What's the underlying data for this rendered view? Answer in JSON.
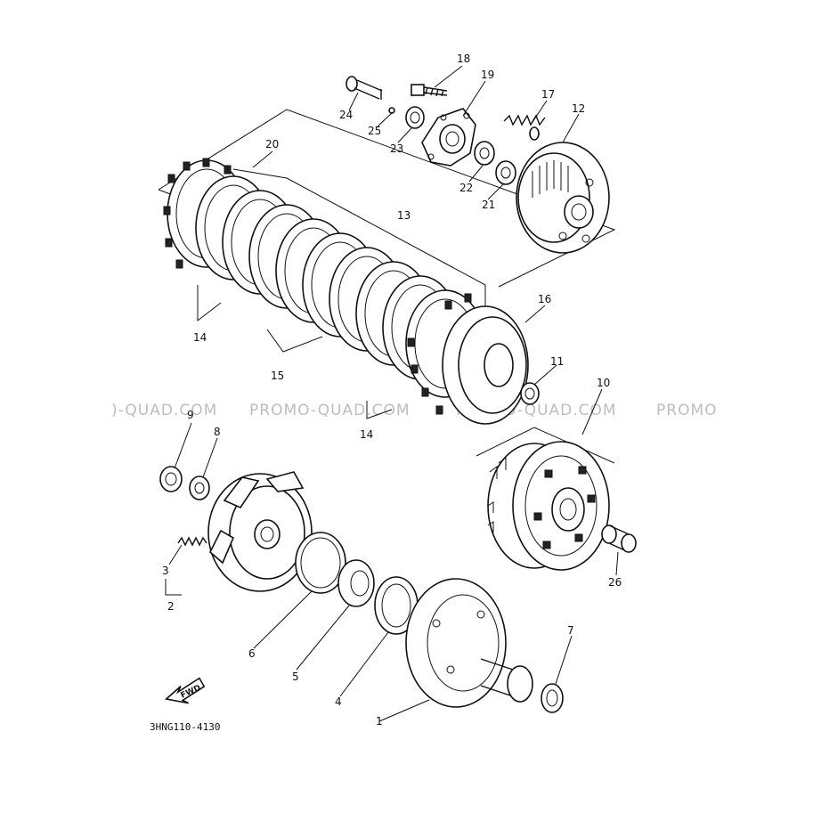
{
  "watermark": {
    "left": ")-QUAD.COM",
    "main": "PROMO-QUAD.COM",
    "middle": "PROMO-QUAD.COM",
    "right": "PROMO"
  },
  "diagram_code": "3HNG110-4130",
  "fwd_arrow_label": "FWD",
  "callouts": {
    "c1": "1",
    "c2": "2",
    "c3": "3",
    "c4": "4",
    "c5": "5",
    "c6": "6",
    "c7": "7",
    "c8": "8",
    "c9": "9",
    "c10": "10",
    "c11": "11",
    "c12": "12",
    "c13": "13",
    "c14a": "14",
    "c14b": "14",
    "c15": "15",
    "c16": "16",
    "c17": "17",
    "c18": "18",
    "c19": "19",
    "c20": "20",
    "c21": "21",
    "c22": "22",
    "c23": "23",
    "c24": "24",
    "c25": "25",
    "c26": "26"
  }
}
